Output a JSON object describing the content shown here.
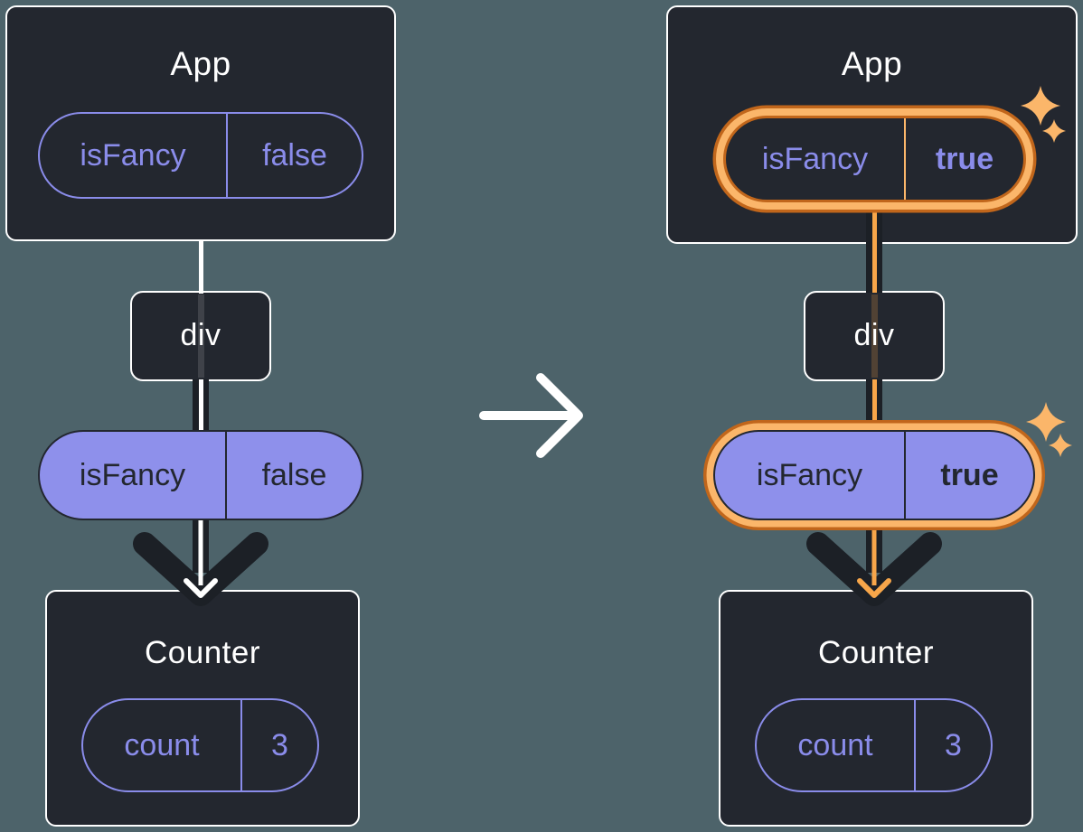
{
  "diagram": {
    "before": {
      "app": {
        "title": "App",
        "prop_name": "isFancy",
        "prop_value": "false"
      },
      "div_label": "div",
      "passed_prop": {
        "name": "isFancy",
        "value": "false"
      },
      "counter": {
        "title": "Counter",
        "state_name": "count",
        "state_value": "3"
      }
    },
    "after": {
      "app": {
        "title": "App",
        "prop_name": "isFancy",
        "prop_value": "true"
      },
      "div_label": "div",
      "passed_prop": {
        "name": "isFancy",
        "value": "true"
      },
      "counter": {
        "title": "Counter",
        "state_name": "count",
        "state_value": "3"
      }
    },
    "colors": {
      "background": "#4D636A",
      "node_background": "#23272F",
      "node_border": "#FFFFFF",
      "purple_accent": "#8A8CEA",
      "purple_fill": "#8E90EB",
      "flow_dark": "#1C2026",
      "flow_light_before": "#FFFFFF",
      "flow_light_after": "#F7A64A",
      "highlight_ring_outer": "#C1661B",
      "highlight_ring_inner": "#FBB66A",
      "sparkle": "#FBB66A"
    }
  }
}
